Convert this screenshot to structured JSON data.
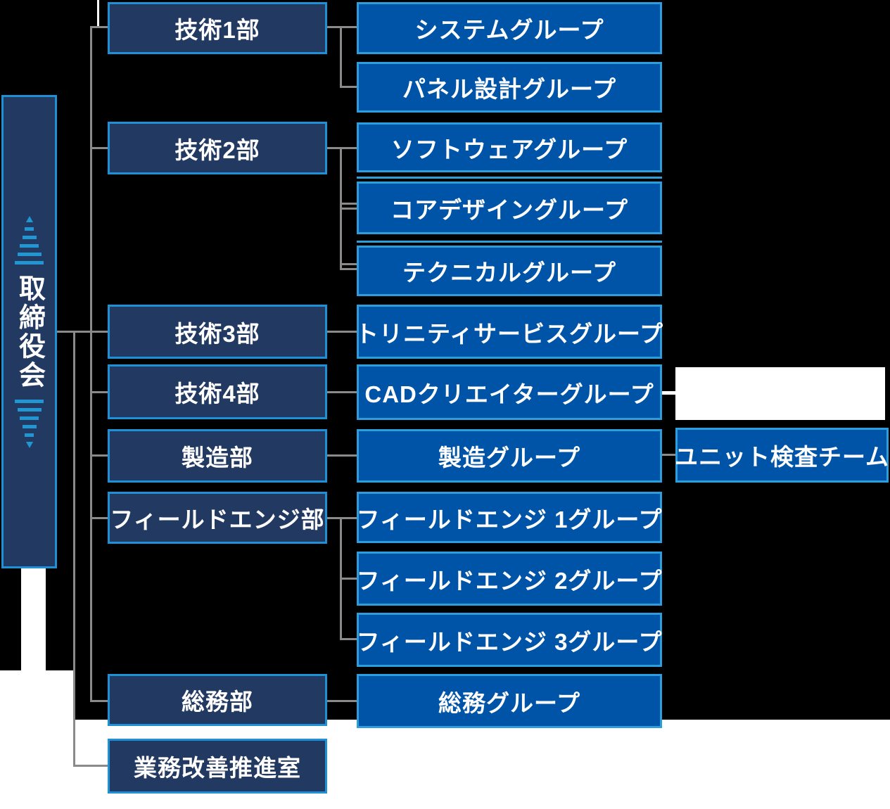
{
  "org_chart": {
    "root_label": "取締役会",
    "departments": [
      "技術1部",
      "技術2部",
      "技術3部",
      "技術4部",
      "製造部",
      "フィールドエンジ部",
      "総務部",
      "業務改善推進室"
    ],
    "groups": [
      "システムグループ",
      "パネル設計グループ",
      "ソフトウェアグループ",
      "コアデザイングループ",
      "テクニカルグループ",
      "トリニティサービスグループ",
      "CADクリエイターグループ",
      "製造グループ",
      "フィールドエンジ 1グループ",
      "フィールドエンジ 2グループ",
      "フィールドエンジ 3グループ",
      "総務グループ"
    ],
    "team_label": "ユニット検査チーム",
    "colors": {
      "background": "#000000",
      "department_fill": "#223a62",
      "department_border": "#1e90d5",
      "group_fill": "#0054a7",
      "group_border": "#2b9edb",
      "connector_gray": "#8a8a8a",
      "arrow_accent": "#2196d3",
      "text": "#ffffff",
      "page_white": "#ffffff"
    }
  }
}
